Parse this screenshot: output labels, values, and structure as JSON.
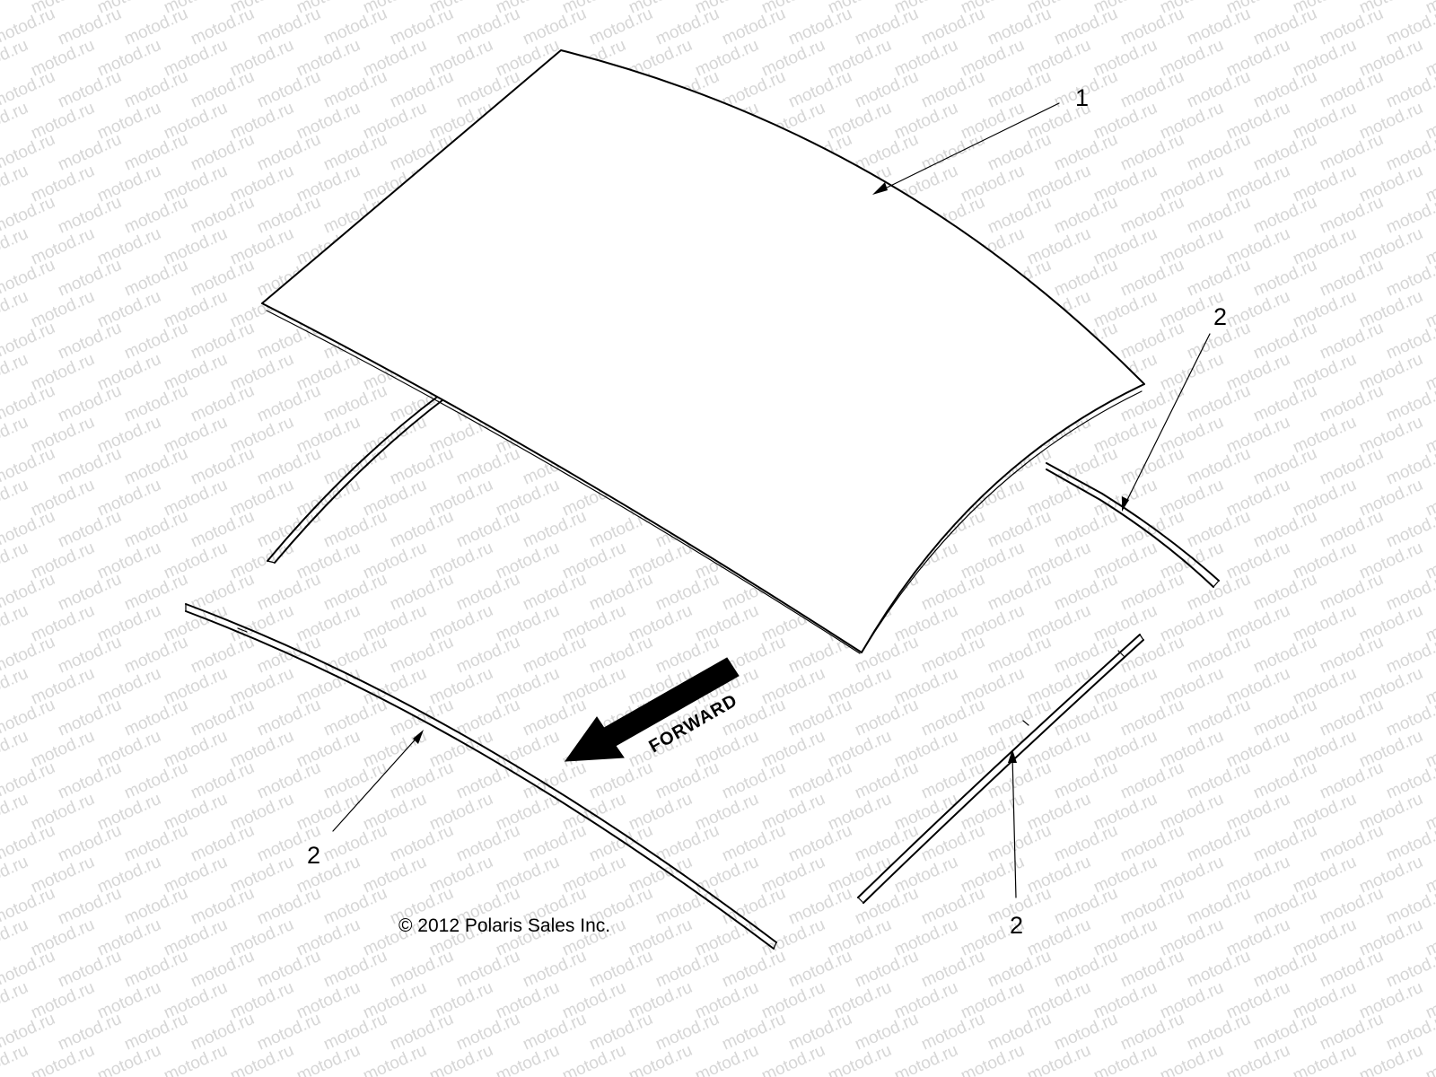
{
  "watermark": {
    "text": "motod.ru",
    "color": "#d6d6d6"
  },
  "callouts": [
    {
      "id": "roof-panel",
      "label": "1"
    },
    {
      "id": "trim-right-rear",
      "label": "2"
    },
    {
      "id": "trim-left-front",
      "label": "2"
    },
    {
      "id": "trim-right-front",
      "label": "2"
    }
  ],
  "direction_arrow": {
    "label": "FORWARD"
  },
  "copyright": "© 2012 Polaris Sales Inc."
}
